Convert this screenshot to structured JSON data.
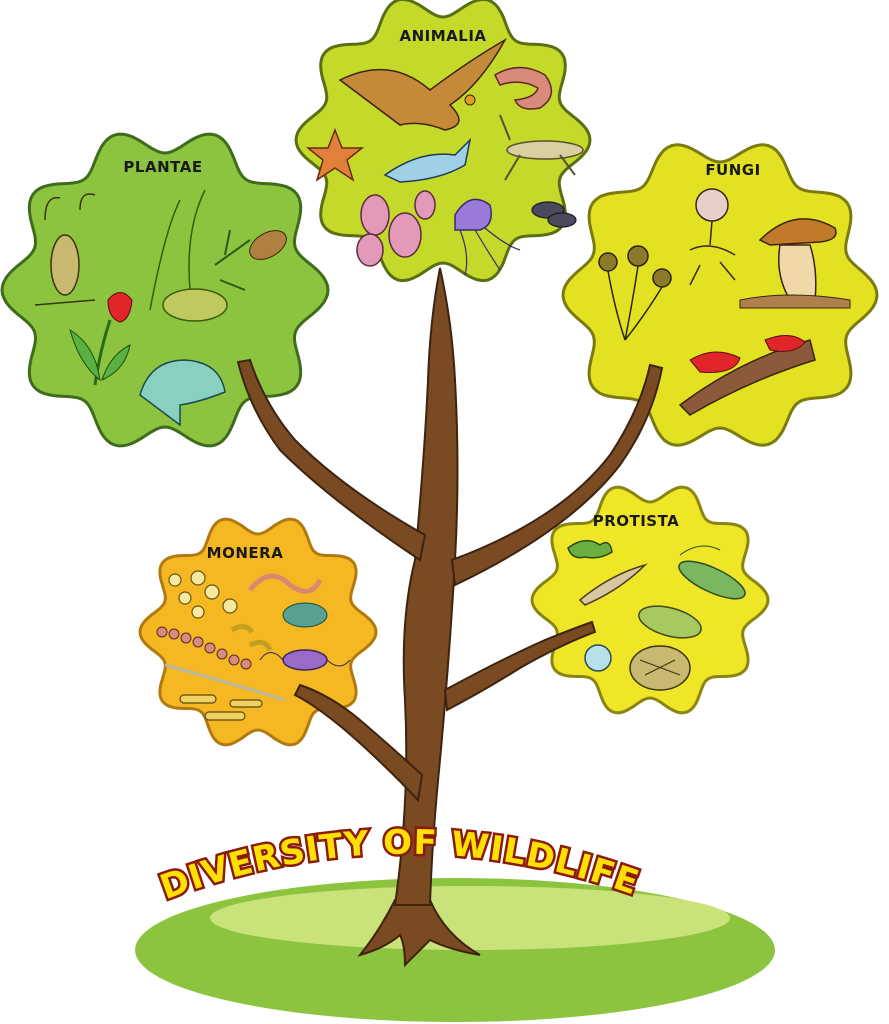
{
  "title": "DIVERSITY OF WILDLIFE",
  "kingdoms": [
    {
      "id": "animalia",
      "label": "ANIMALIA",
      "fill": "#c5d92a"
    },
    {
      "id": "plantae",
      "label": "PLANTAE",
      "fill": "#8cc43f"
    },
    {
      "id": "fungi",
      "label": "FUNGI",
      "fill": "#e3e222"
    },
    {
      "id": "monera",
      "label": "MONERA",
      "fill": "#f5b822"
    },
    {
      "id": "protista",
      "label": "PROTISTA",
      "fill": "#eee627"
    }
  ],
  "colors": {
    "trunk": "#7a4a22",
    "trunk_outline": "#3d2410",
    "ground": "#8cc43f",
    "ground_light": "#c9e27a",
    "title_fill": "#ffe000",
    "title_outline": "#8a1a0a"
  }
}
